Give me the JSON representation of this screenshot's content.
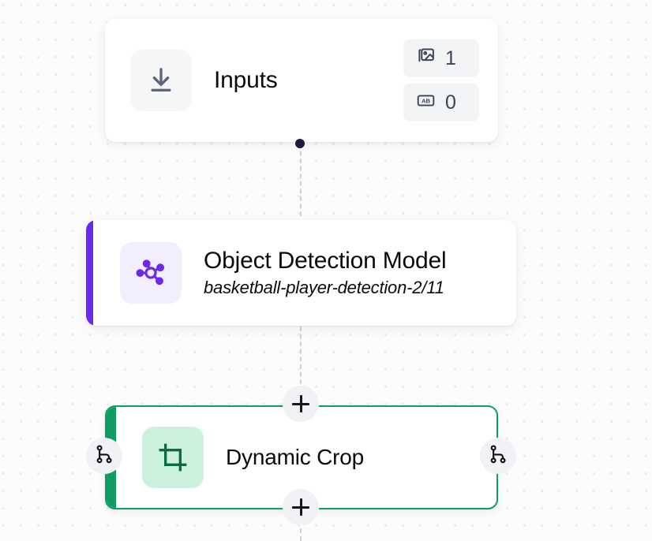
{
  "canvas": {
    "background_color": "#fcfcfd",
    "grid_dot_color": "#e9e9ee",
    "edge_color": "#cfd0d6",
    "connection_dot_color": "#1e1b3a"
  },
  "nodes": [
    {
      "id": "inputs",
      "title": "Inputs",
      "icon": "download-icon",
      "icon_color": "#5c6579",
      "icon_bg": "#f5f6f8",
      "badges": [
        {
          "icon": "image-icon",
          "label": "images",
          "count": "1"
        },
        {
          "icon": "text-ab-icon",
          "label": "text",
          "count": "0"
        }
      ]
    },
    {
      "id": "object-detection-model",
      "title": "Object Detection Model",
      "subtitle": "basketball-player-detection-2/11",
      "icon": "model-hub-icon",
      "icon_color": "#6d28f0",
      "icon_bg": "#f2edff",
      "accent_color": "#6d28f0"
    },
    {
      "id": "dynamic-crop",
      "title": "Dynamic Crop",
      "icon": "crop-icon",
      "icon_color": "#0c6b45",
      "icon_bg": "#ccf2dd",
      "accent_color": "#0f9d63",
      "border_color": "#0f9f66",
      "selected": true
    }
  ],
  "controls": {
    "add_node_above_label": "+",
    "add_node_below_label": "+",
    "branch_left_label": "branch",
    "branch_right_label": "branch"
  }
}
